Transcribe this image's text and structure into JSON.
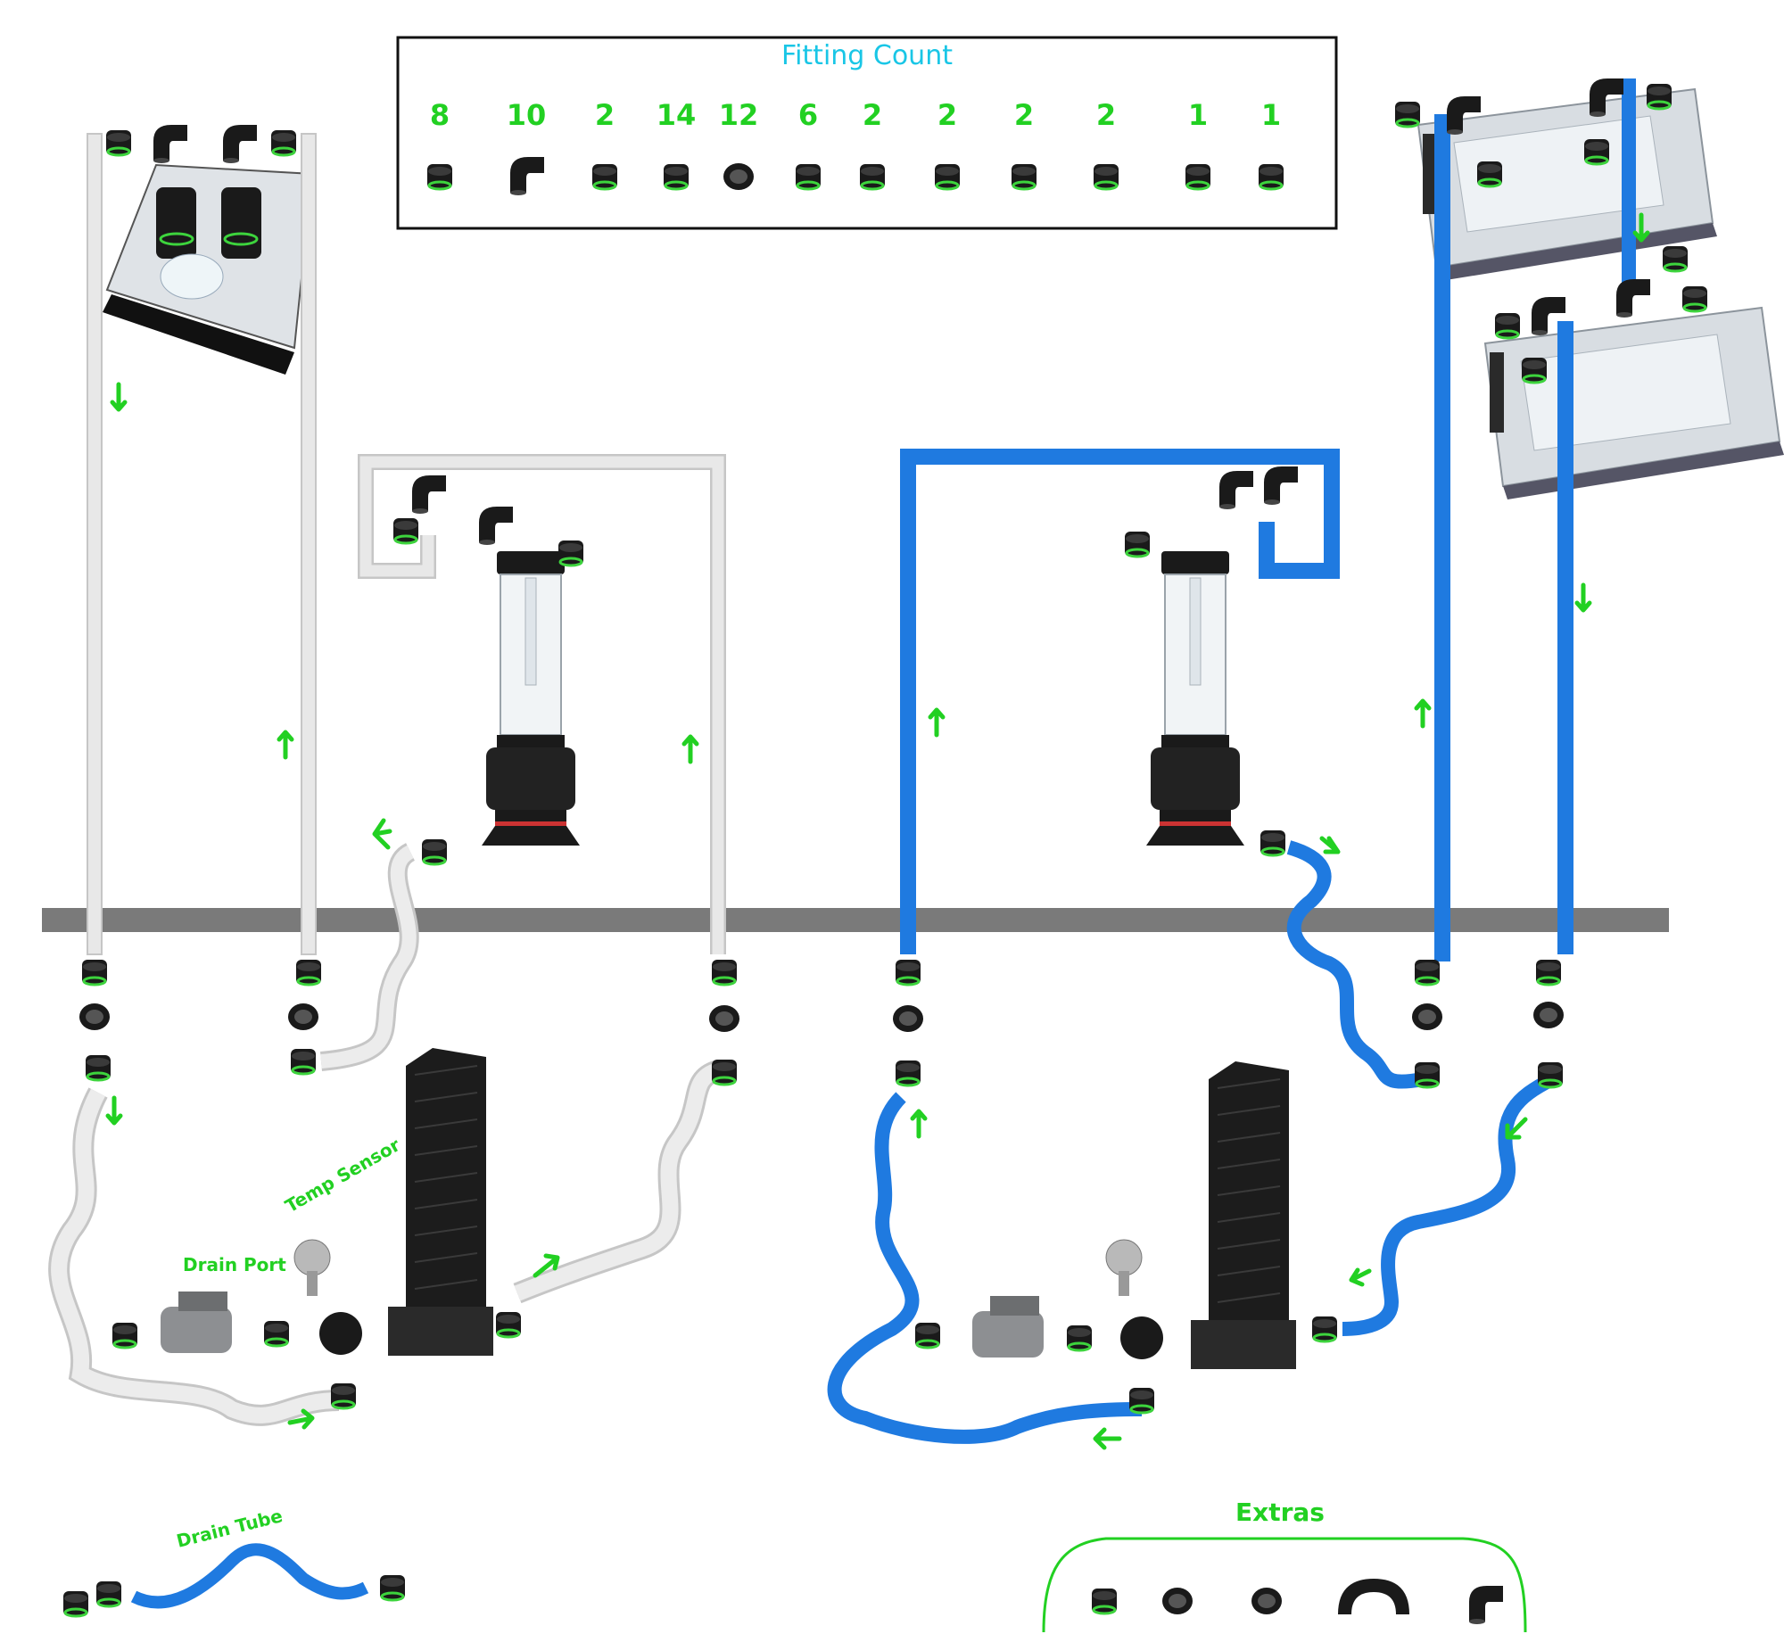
{
  "fitting_count": {
    "title": "Fitting Count",
    "counts": [
      "8",
      "10",
      "2",
      "14",
      "12",
      "6",
      "2",
      "2",
      "2",
      "2",
      "1",
      "1"
    ],
    "items": [
      {
        "icon": "adapter-ring-icon"
      },
      {
        "icon": "rotary-90-elbow-icon"
      },
      {
        "icon": "extender-fitting-icon"
      },
      {
        "icon": "compression-fitting-icon"
      },
      {
        "icon": "ring-fitting-icon"
      },
      {
        "icon": "short-adapter-icon"
      },
      {
        "icon": "ball-fitting-icon"
      },
      {
        "icon": "rotary-fitting-icon"
      },
      {
        "icon": "temp-sensor-plug-icon"
      },
      {
        "icon": "drain-valve-icon"
      },
      {
        "icon": "barb-fitting-icon"
      },
      {
        "icon": "stop-plug-icon"
      }
    ]
  },
  "labels": {
    "drain_port": "Drain Port",
    "temp_sensor": "Temp Sensor",
    "drain_tube": "Drain Tube",
    "extras": "Extras"
  },
  "colors": {
    "white_loop": "#e8e8e8",
    "white_loop_edge": "#c6c6c6",
    "blue_loop": "#1f7ae0",
    "arrow": "#22d022",
    "shelf": "#7a7a7a",
    "fitting": "#1a1a1a",
    "fitting_ring": "#3dd43d"
  }
}
